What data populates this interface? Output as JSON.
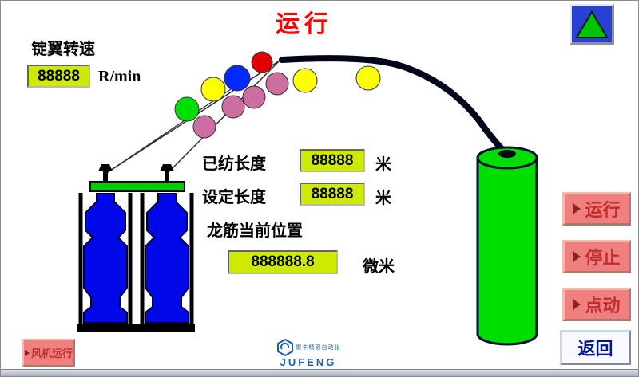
{
  "window": {
    "title": "运行"
  },
  "readouts": {
    "flyer_speed": {
      "label": "锭翼转速",
      "value": "88888",
      "unit": "R/min"
    },
    "spun_length": {
      "label": "已纺长度",
      "value": "88888",
      "unit": "米"
    },
    "set_length": {
      "label": "设定长度",
      "value": "88888",
      "unit": "米"
    },
    "rail_position": {
      "label": "龙筋当前位置",
      "value": "888888.8",
      "unit": "微米"
    }
  },
  "buttons": {
    "run": {
      "label": "运行"
    },
    "stop": {
      "label": "停止"
    },
    "jog": {
      "label": "点动"
    },
    "back": {
      "label": "返回"
    },
    "fan": {
      "label": "风机运行"
    }
  },
  "logo": {
    "brand": "JUFENG",
    "tagline": "聚丰精密自动化"
  },
  "colors": {
    "title_red": "#ff0000",
    "value_box_bg": "#cdea00",
    "action_button_bg": "#f08080",
    "action_button_text": "#c03030",
    "back_button_text": "#00188c",
    "nav_button_bg": "#2a3fd4",
    "nav_triangle_green": "#00c400",
    "bobbin_blue": "#0008e8",
    "cylinder_green": "#00dd00"
  }
}
